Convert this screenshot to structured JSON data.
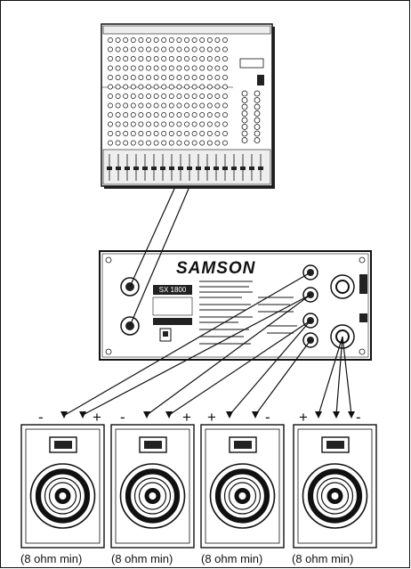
{
  "amplifier": {
    "brand": "SAMSON",
    "model": "SX 1800"
  },
  "speakers": [
    {
      "impedance": "(8 ohm min)",
      "polarity": [
        "-",
        "+"
      ]
    },
    {
      "impedance": "(8 ohm min)",
      "polarity": [
        "-",
        "+"
      ]
    },
    {
      "impedance": "(8 ohm min)",
      "polarity": [
        "+",
        "-"
      ]
    },
    {
      "impedance": "(8 ohm min)",
      "polarity": [
        "+",
        "-"
      ]
    }
  ],
  "colors": {
    "line": "#111111",
    "fill": "#ffffff",
    "mixer_shade": "#e8e8e8"
  }
}
